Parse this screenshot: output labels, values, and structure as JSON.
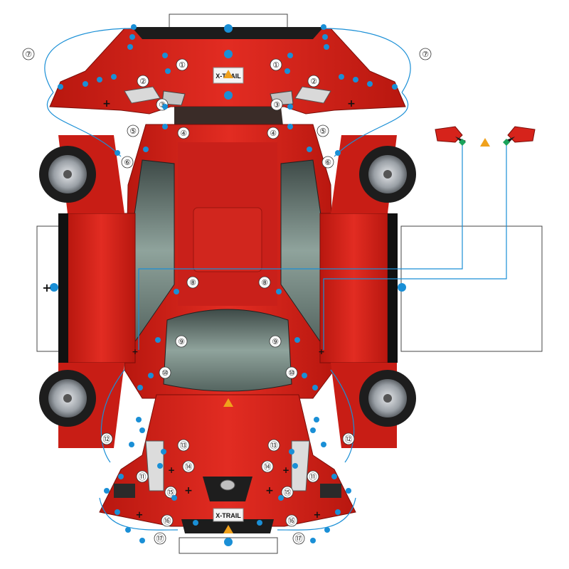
{
  "diagram": {
    "front_plate_text": "X-TRAIL",
    "rear_plate_text": "X-TRAIL",
    "step_labels_left": [
      "①",
      "②",
      "③",
      "④",
      "⑤",
      "⑥",
      "⑦",
      "⑧",
      "⑨",
      "⑩",
      "⑪",
      "⑫",
      "⑬",
      "⑭",
      "⑮",
      "⑯",
      "⑰"
    ],
    "step_labels_right": [
      "①",
      "②",
      "③",
      "④",
      "⑤",
      "⑥",
      "⑦",
      "⑧",
      "⑨",
      "⑩",
      "⑪",
      "⑫",
      "⑬",
      "⑭",
      "⑮",
      "⑯",
      "⑰"
    ],
    "symbols": {
      "plus": "+",
      "glue_dot": "glue-dot-icon",
      "triangle": "triangle-marker-icon",
      "diamond": "diamond-marker-icon"
    },
    "colors": {
      "body_red": "#d6231b",
      "body_red_dark": "#a3140e",
      "glass": "#7d938c",
      "glass_dark": "#35423f",
      "dot_blue": "#1a8fd6",
      "triangle_orange": "#f0a11c",
      "diamond_green": "#1aa35b",
      "tire": "#1d1d1d",
      "rim": "#b5b9bd"
    }
  }
}
